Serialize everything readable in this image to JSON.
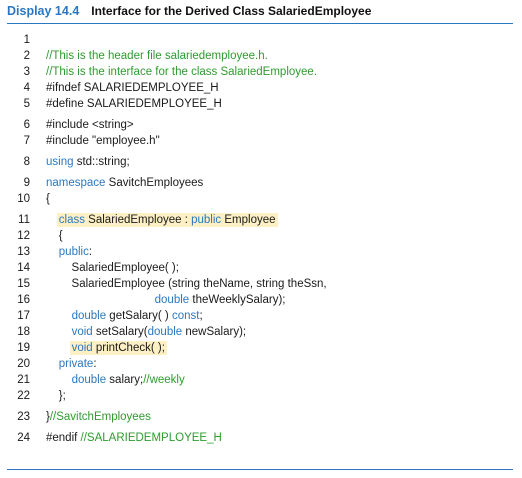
{
  "header": {
    "display_number": "Display 14.4",
    "title": "Interface for the Derived Class SalariedEmployee"
  },
  "colors": {
    "accent": "#2b78c0",
    "comment": "#2f9b2f",
    "keyword": "#2b78c0",
    "highlight": "#fdf0c4",
    "text": "#1a1a1a"
  },
  "lines": [
    {
      "num": "1",
      "tokens": []
    },
    {
      "num": "2",
      "tokens": [
        {
          "t": "//This is the header file salariedemployee.h.",
          "c": "c"
        }
      ]
    },
    {
      "num": "3",
      "tokens": [
        {
          "t": "//This is the interface for the class SalariedEmployee.",
          "c": "c"
        }
      ]
    },
    {
      "num": "4",
      "tokens": [
        {
          "t": "#ifndef SALARIEDEMPLOYEE_H",
          "c": ""
        }
      ]
    },
    {
      "num": "5",
      "tokens": [
        {
          "t": "#define SALARIEDEMPLOYEE_H",
          "c": ""
        }
      ]
    },
    {
      "num": "6",
      "tokens": [
        {
          "t": "#include <string>",
          "c": ""
        }
      ]
    },
    {
      "num": "7",
      "tokens": [
        {
          "t": "#include \"employee.h\"",
          "c": ""
        }
      ]
    },
    {
      "num": "8",
      "tokens": [
        {
          "t": "using",
          "c": "k"
        },
        {
          "t": " std::string;",
          "c": ""
        }
      ]
    },
    {
      "num": "9",
      "tokens": [
        {
          "t": "namespace",
          "c": "k"
        },
        {
          "t": " SavitchEmployees",
          "c": ""
        }
      ]
    },
    {
      "num": "10",
      "tokens": [
        {
          "t": "{",
          "c": ""
        }
      ]
    },
    {
      "num": "11",
      "tokens": [
        {
          "t": "    ",
          "c": ""
        },
        {
          "t": "class",
          "c": "k",
          "hl": "start"
        },
        {
          "t": " SalariedEmployee : ",
          "c": "",
          "hl": "mid"
        },
        {
          "t": "public",
          "c": "k",
          "hl": "mid"
        },
        {
          "t": " Employee",
          "c": "",
          "hl": "end"
        }
      ]
    },
    {
      "num": "12",
      "tokens": [
        {
          "t": "    {",
          "c": ""
        }
      ]
    },
    {
      "num": "13",
      "tokens": [
        {
          "t": "    ",
          "c": ""
        },
        {
          "t": "public",
          "c": "k"
        },
        {
          "t": ":",
          "c": ""
        }
      ]
    },
    {
      "num": "14",
      "tokens": [
        {
          "t": "        SalariedEmployee( );",
          "c": ""
        }
      ]
    },
    {
      "num": "15",
      "tokens": [
        {
          "t": "        SalariedEmployee (string theName, string theSsn,",
          "c": ""
        }
      ]
    },
    {
      "num": "16",
      "tokens": [
        {
          "t": "                                  ",
          "c": ""
        },
        {
          "t": "double",
          "c": "k"
        },
        {
          "t": " theWeeklySalary);",
          "c": ""
        }
      ]
    },
    {
      "num": "17",
      "tokens": [
        {
          "t": "        ",
          "c": ""
        },
        {
          "t": "double",
          "c": "k"
        },
        {
          "t": " getSalary( ) ",
          "c": ""
        },
        {
          "t": "const",
          "c": "k"
        },
        {
          "t": ";",
          "c": ""
        }
      ]
    },
    {
      "num": "18",
      "tokens": [
        {
          "t": "        ",
          "c": ""
        },
        {
          "t": "void",
          "c": "k"
        },
        {
          "t": " setSalary(",
          "c": ""
        },
        {
          "t": "double",
          "c": "k"
        },
        {
          "t": " newSalary);",
          "c": ""
        }
      ]
    },
    {
      "num": "19",
      "tokens": [
        {
          "t": "        ",
          "c": ""
        },
        {
          "t": "void",
          "c": "k",
          "hl": "start"
        },
        {
          "t": " printCheck( );",
          "c": "",
          "hl": "end"
        }
      ]
    },
    {
      "num": "20",
      "tokens": [
        {
          "t": "    ",
          "c": ""
        },
        {
          "t": "private",
          "c": "k"
        },
        {
          "t": ":",
          "c": ""
        }
      ]
    },
    {
      "num": "21",
      "tokens": [
        {
          "t": "        ",
          "c": ""
        },
        {
          "t": "double",
          "c": "k"
        },
        {
          "t": " salary;",
          "c": ""
        },
        {
          "t": "//weekly",
          "c": "c"
        }
      ]
    },
    {
      "num": "22",
      "tokens": [
        {
          "t": "    };",
          "c": ""
        }
      ]
    },
    {
      "num": "23",
      "tokens": [
        {
          "t": "}",
          "c": ""
        },
        {
          "t": "//SavitchEmployees",
          "c": "c"
        }
      ]
    },
    {
      "num": "24",
      "tokens": [
        {
          "t": "#endif ",
          "c": ""
        },
        {
          "t": "//SALARIEDEMPLOYEE_H",
          "c": "c"
        }
      ]
    }
  ]
}
